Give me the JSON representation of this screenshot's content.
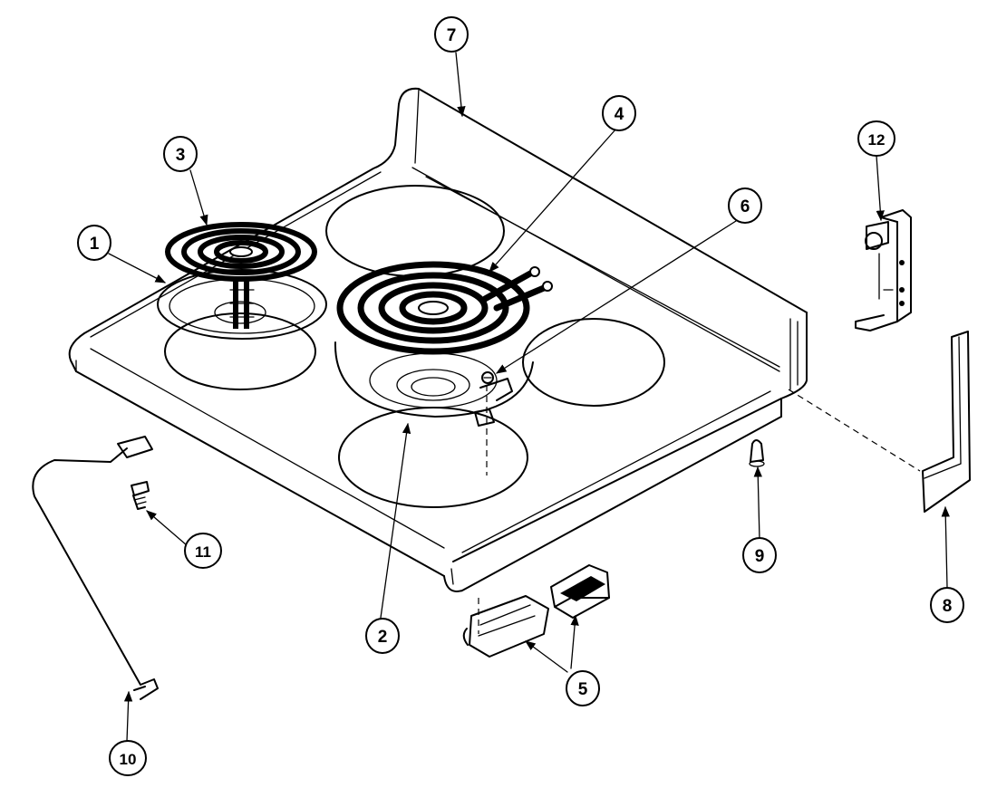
{
  "diagram": {
    "callouts": [
      "1",
      "2",
      "3",
      "4",
      "5",
      "6",
      "7",
      "8",
      "9",
      "10",
      "11",
      "12"
    ],
    "color_line": "#000000",
    "color_background": "#ffffff"
  }
}
